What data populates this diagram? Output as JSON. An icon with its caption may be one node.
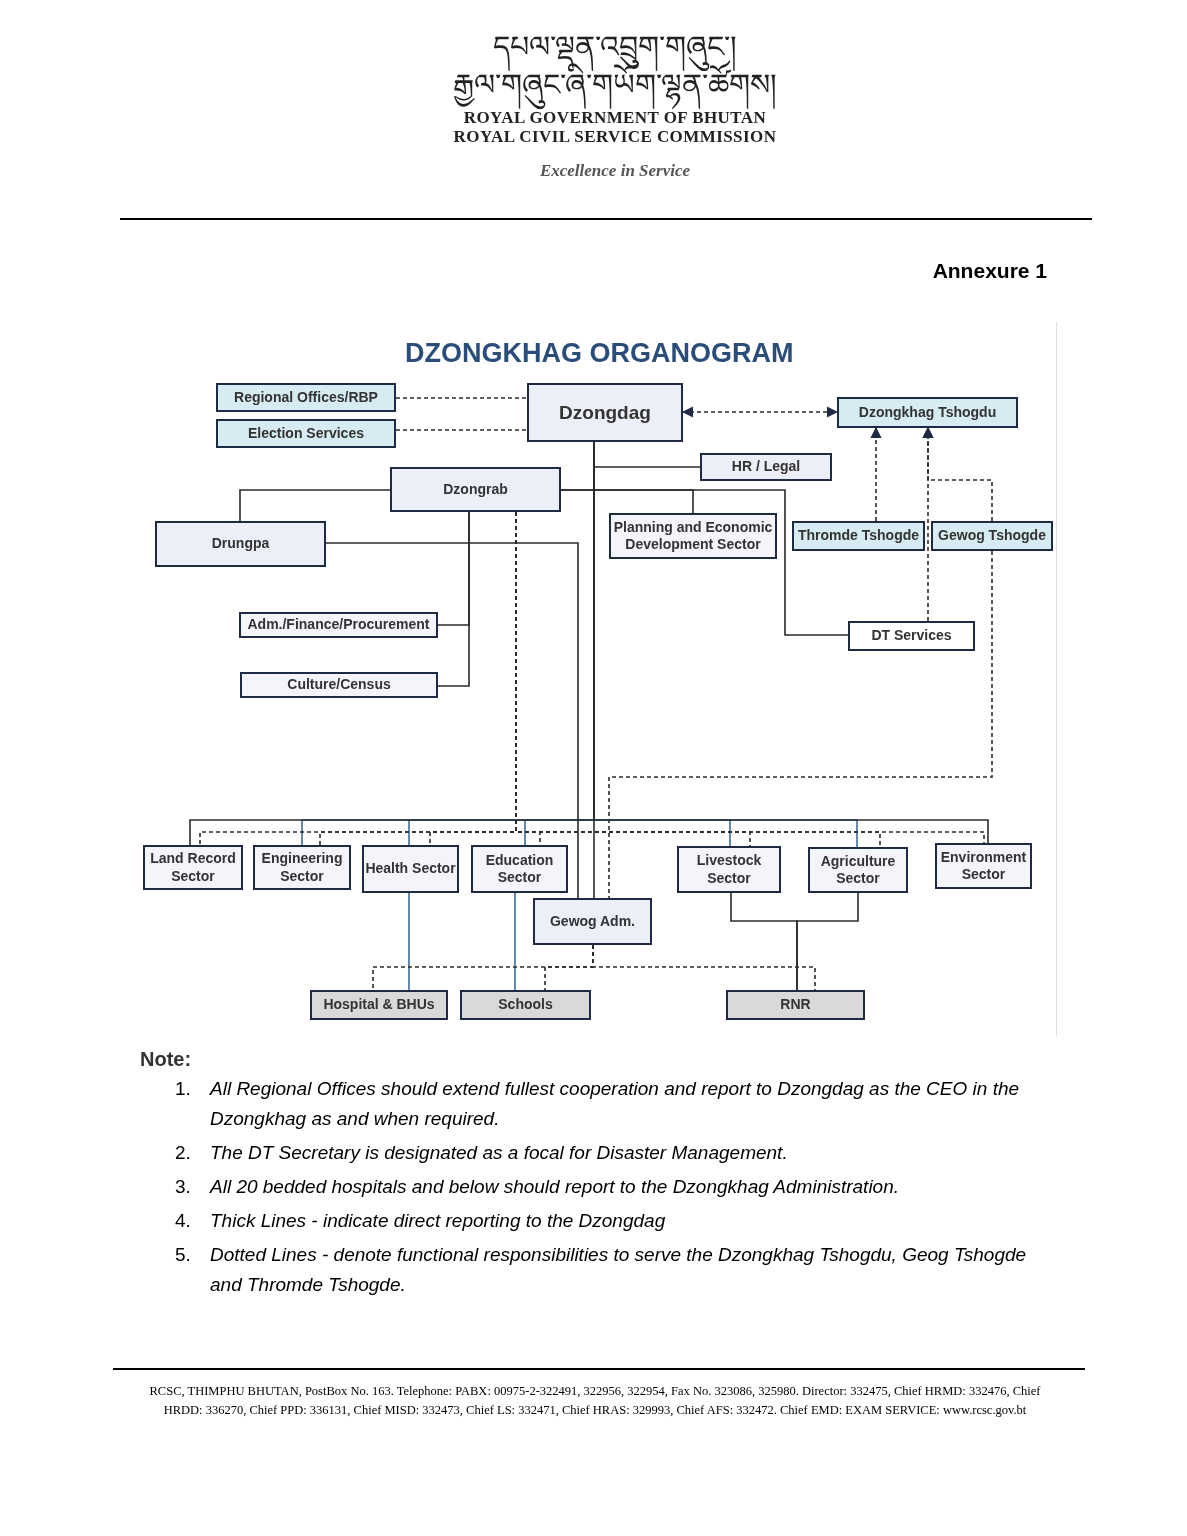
{
  "diagram": {
    "title": "DZONGKHAG ORGANOGRAM",
    "nodes": [
      {
        "text": [
          "Regional Offices/RBP"
        ]
      },
      {
        "text": [
          "Election Services"
        ]
      },
      {
        "text": [
          "Dzongdag"
        ]
      },
      {
        "text": [
          "Dzongkhag Tshogdu"
        ]
      },
      {
        "text": [
          "HR / Legal"
        ]
      },
      {
        "text": [
          "Dzongrab"
        ]
      },
      {
        "text": [
          "Drungpa"
        ]
      },
      {
        "text": [
          "Planning and Economic Development Sector"
        ]
      },
      {
        "text": [
          "Thromde Tshogde"
        ]
      },
      {
        "text": [
          "Gewog Tshogde"
        ]
      },
      {
        "text": [
          "Adm./Finance/Procurement"
        ]
      },
      {
        "text": [
          "Culture/Census"
        ]
      },
      {
        "text": [
          "DT Services"
        ]
      },
      {
        "text": [
          "Land Record Sector"
        ]
      },
      {
        "text": [
          "Engineering Sector"
        ]
      },
      {
        "text": [
          "Health Sector"
        ]
      },
      {
        "text": [
          "Education Sector"
        ]
      },
      {
        "text": [
          "Gewog Adm."
        ]
      },
      {
        "text": [
          "Livestock Sector"
        ]
      },
      {
        "text": [
          "Agriculture Sector"
        ]
      },
      {
        "text": [
          "Environment Sector"
        ]
      },
      {
        "text": [
          "Hospital & BHUs"
        ]
      },
      {
        "text": [
          "Schools"
        ]
      },
      {
        "text": [
          "RNR"
        ]
      }
    ],
    "edges": [
      {
        "from": 0,
        "to": 2,
        "arrow": "none",
        "style": "dashed"
      },
      {
        "from": 1,
        "to": 2,
        "arrow": "none",
        "style": "dashed"
      },
      {
        "from": 2,
        "to": 3,
        "arrow": "both",
        "style": "dashed"
      },
      {
        "from": 2,
        "to": 4,
        "arrow": "none"
      },
      {
        "from": 5,
        "to": 6,
        "arrow": "none"
      },
      {
        "from": 5,
        "to": 7,
        "arrow": "none"
      },
      {
        "from": 5,
        "to": 12,
        "arrow": "none"
      },
      {
        "from": 5,
        "to": 10,
        "arrow": "none"
      },
      {
        "from": 5,
        "to": 11,
        "arrow": "none"
      },
      {
        "from": 8,
        "to": 3,
        "arrow": "to",
        "style": "dashed"
      },
      {
        "from": 12,
        "to": 3,
        "arrow": "to",
        "style": "dashed"
      },
      {
        "from": 9,
        "to": 3,
        "arrow": "to",
        "style": "dashed"
      },
      {
        "from": 9,
        "to": 17,
        "arrow": "none",
        "style": "dashed"
      },
      {
        "from": 6,
        "to": 17,
        "arrow": "none"
      },
      {
        "from": 2,
        "to": 17,
        "arrow": "none"
      },
      {
        "from": 2,
        "to": 14,
        "arrow": "none",
        "color": "#3d6d99"
      },
      {
        "from": 2,
        "to": 15,
        "arrow": "none",
        "color": "#3d6d99"
      },
      {
        "from": 2,
        "to": 16,
        "arrow": "none",
        "color": "#3d6d99"
      },
      {
        "from": 2,
        "to": 18,
        "arrow": "none",
        "color": "#3d6d99"
      },
      {
        "from": 2,
        "to": 19,
        "arrow": "none",
        "color": "#3d6d99"
      },
      {
        "from": 2,
        "to": 13,
        "arrow": "none"
      },
      {
        "from": 2,
        "to": 20,
        "arrow": "none"
      },
      {
        "from": 5,
        "to": 13,
        "arrow": "none",
        "style": "dashed"
      },
      {
        "from": 5,
        "to": 14,
        "arrow": "none",
        "style": "dashed"
      },
      {
        "from": 5,
        "to": 15,
        "arrow": "none",
        "style": "dashed"
      },
      {
        "from": 5,
        "to": 16,
        "arrow": "none",
        "style": "dashed"
      },
      {
        "from": 5,
        "to": 18,
        "arrow": "none",
        "style": "dashed"
      },
      {
        "from": 5,
        "to": 19,
        "arrow": "none",
        "style": "dashed"
      },
      {
        "from": 5,
        "to": 20,
        "arrow": "none",
        "style": "dashed"
      },
      {
        "from": 17,
        "to": 21,
        "arrow": "none",
        "style": "dashed"
      },
      {
        "from": 17,
        "to": 22,
        "arrow": "none",
        "style": "dashed"
      },
      {
        "from": 17,
        "to": 23,
        "arrow": "none",
        "style": "dashed"
      },
      {
        "from": 15,
        "to": 21,
        "arrow": "none",
        "color": "#3d6d99"
      },
      {
        "from": 16,
        "to": 22,
        "arrow": "none",
        "color": "#3d6d99"
      },
      {
        "from": 18,
        "to": 23,
        "arrow": "none"
      },
      {
        "from": 19,
        "to": 23,
        "arrow": "none"
      }
    ],
    "labels": [
      "དཔལ་ལྡན་འབྲུག་གཞུང་།",
      "རྒྱལ་གཞུང་ཞི་གཡོག་ལྷན་ཚོགས།",
      "ROYAL GOVERNMENT OF BHUTAN",
      "ROYAL CIVIL SERVICE COMMISSION",
      "Excellence in Service",
      "Annexure 1",
      "Note:",
      "1.",
      "All Regional Offices should extend fullest cooperation and report to Dzongdag as the CEO in the Dzongkhag as and when required.",
      "2.",
      "The DT Secretary is designated as a focal for Disaster Management.",
      "3.",
      "All 20 bedded hospitals and below should report to the Dzongkhag Administration.",
      "4.",
      "Thick Lines - indicate direct reporting to the Dzongdag",
      "5.",
      "Dotted Lines - denote functional responsibilities to serve the Dzongkhag Tshogdu, Geog Tshogde and Thromde Tshogde.",
      "RCSC, THIMPHU BHUTAN, PostBox No. 163. Telephone: PABX: 00975-2-322491, 322956, 322954, Fax No. 323086, 325980. Director: 332475, Chief HRMD: 332476, Chief HRDD: 336270, Chief PPD: 336131, Chief MISD: 332473, Chief LS: 332471, Chief HRAS: 329993, Chief AFS: 332472. Chief EMD: EXAM SERVICE: www.rcsc.gov.bt"
    ]
  }
}
